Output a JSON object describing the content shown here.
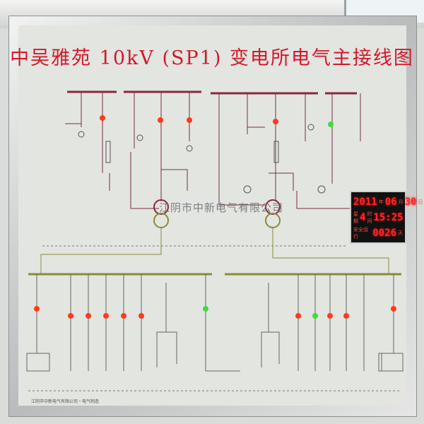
{
  "board": {
    "title": "中吴雅苑 10kV (SP1) 变电所电气主接线图",
    "watermark": "江阴市中新电气有限公司",
    "footer_note": "江阴市中新电气有限公司・电气制造"
  },
  "clock": {
    "year": "2011",
    "year_unit": "年",
    "month": "06",
    "month_unit": "月",
    "day": "30",
    "day_unit": "日",
    "weekday_label": "星期",
    "weekday": "4",
    "time_label": "时间",
    "time": "15:25",
    "safe_label": "安全运行",
    "safe_days": "0026",
    "safe_unit": "天"
  },
  "colors": {
    "hv_bus": "#8a2838",
    "lv_bus": "#8a8a3a",
    "led_red": "#ff3a1a",
    "led_green": "#3adf3a",
    "title": "#d3182a"
  }
}
